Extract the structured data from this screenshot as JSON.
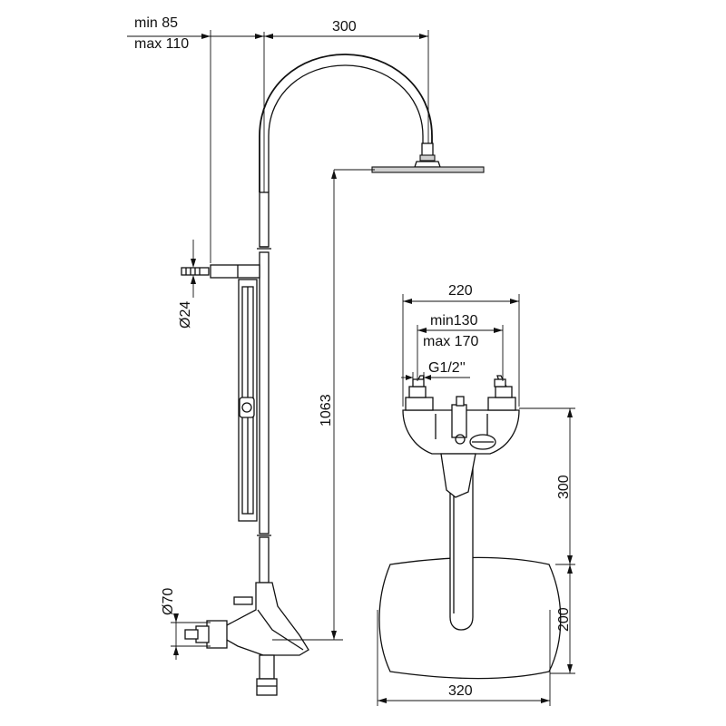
{
  "dimensions": {
    "arm_offset_min": "min 85",
    "arm_offset_max": "max 110",
    "head_reach": "300",
    "column_height": "1063",
    "bracket_diameter": "Ø24",
    "flange_diameter": "Ø70",
    "mixer_width": "220",
    "centers_min": "min130",
    "centers_max": "max 170",
    "connection_thread": "G1/2''",
    "spout_projection": "300",
    "flange_height": "200",
    "flange_width": "320"
  }
}
